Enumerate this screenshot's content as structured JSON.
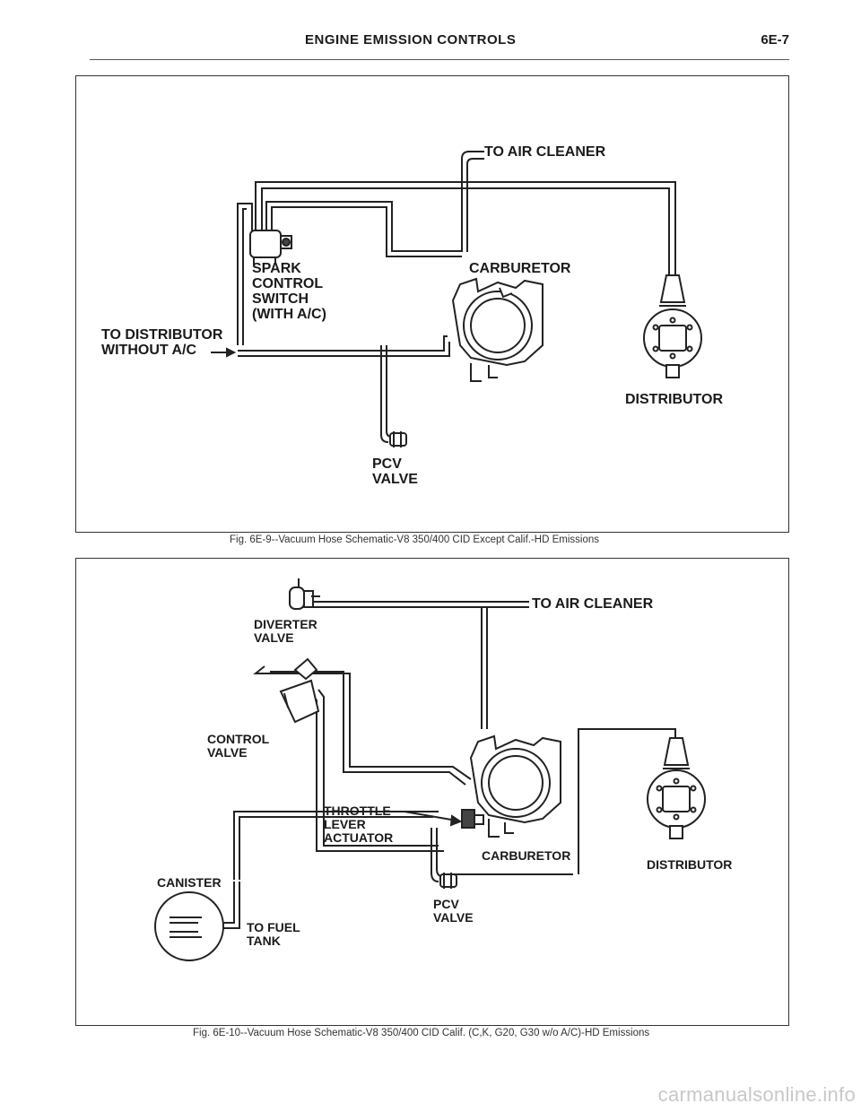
{
  "header": {
    "title": "ENGINE EMISSION CONTROLS",
    "page": "6E-7"
  },
  "figure1": {
    "labels": {
      "to_air_cleaner": "TO AIR CLEANER",
      "spark_control": "SPARK\nCONTROL\nSWITCH\n(WITH A/C)",
      "carburetor": "CARBURETOR",
      "to_distributor": "TO DISTRIBUTOR\nWITHOUT A/C",
      "distributor": "DISTRIBUTOR",
      "pcv_valve": "PCV\nVALVE"
    },
    "caption": "Fig. 6E-9--Vacuum Hose Schematic-V8 350/400 CID Except Calif.-HD Emissions"
  },
  "figure2": {
    "labels": {
      "to_air_cleaner": "TO AIR CLEANER",
      "diverter_valve": "DIVERTER\nVALVE",
      "control_valve": "CONTROL\nVALVE",
      "throttle_lever_actuator": "THROTTLE\nLEVER\nACTUATOR",
      "carburetor": "CARBURETOR",
      "distributor": "DISTRIBUTOR",
      "canister": "CANISTER",
      "pcv_valve": "PCV\nVALVE",
      "to_fuel_tank": "TO FUEL\nTANK"
    },
    "caption": "Fig. 6E-10--Vacuum Hose Schematic-V8 350/400 CID Calif. (C,K, G20, G30 w/o A/C)-HD Emissions"
  },
  "watermark": "carmanualsonline.info"
}
